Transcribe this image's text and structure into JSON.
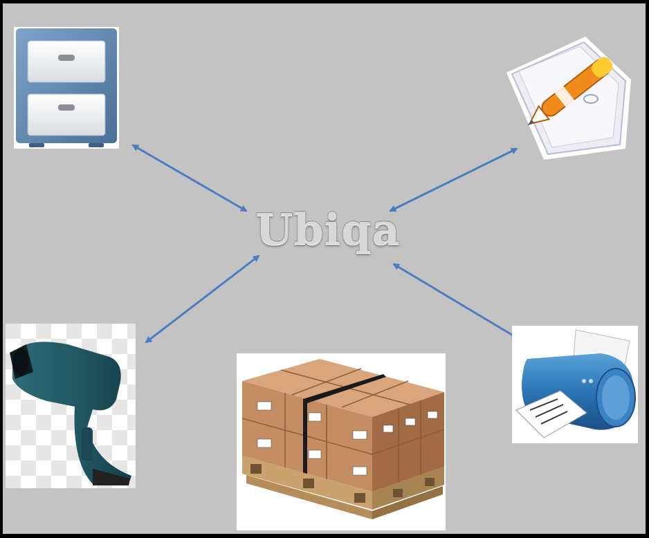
{
  "center": {
    "label": "Ubiqa"
  },
  "nodes": [
    {
      "id": "filing-cabinet",
      "icon": "filing-cabinet-icon"
    },
    {
      "id": "document-edit",
      "icon": "document-pen-icon"
    },
    {
      "id": "barcode-scanner",
      "icon": "barcode-scanner-icon"
    },
    {
      "id": "pallet",
      "icon": "boxes-pallet-icon"
    },
    {
      "id": "printer",
      "icon": "printer-icon"
    }
  ],
  "colors": {
    "background": "#c3c3c3",
    "frame": "#000000",
    "arrow": "#4a7cc0"
  }
}
